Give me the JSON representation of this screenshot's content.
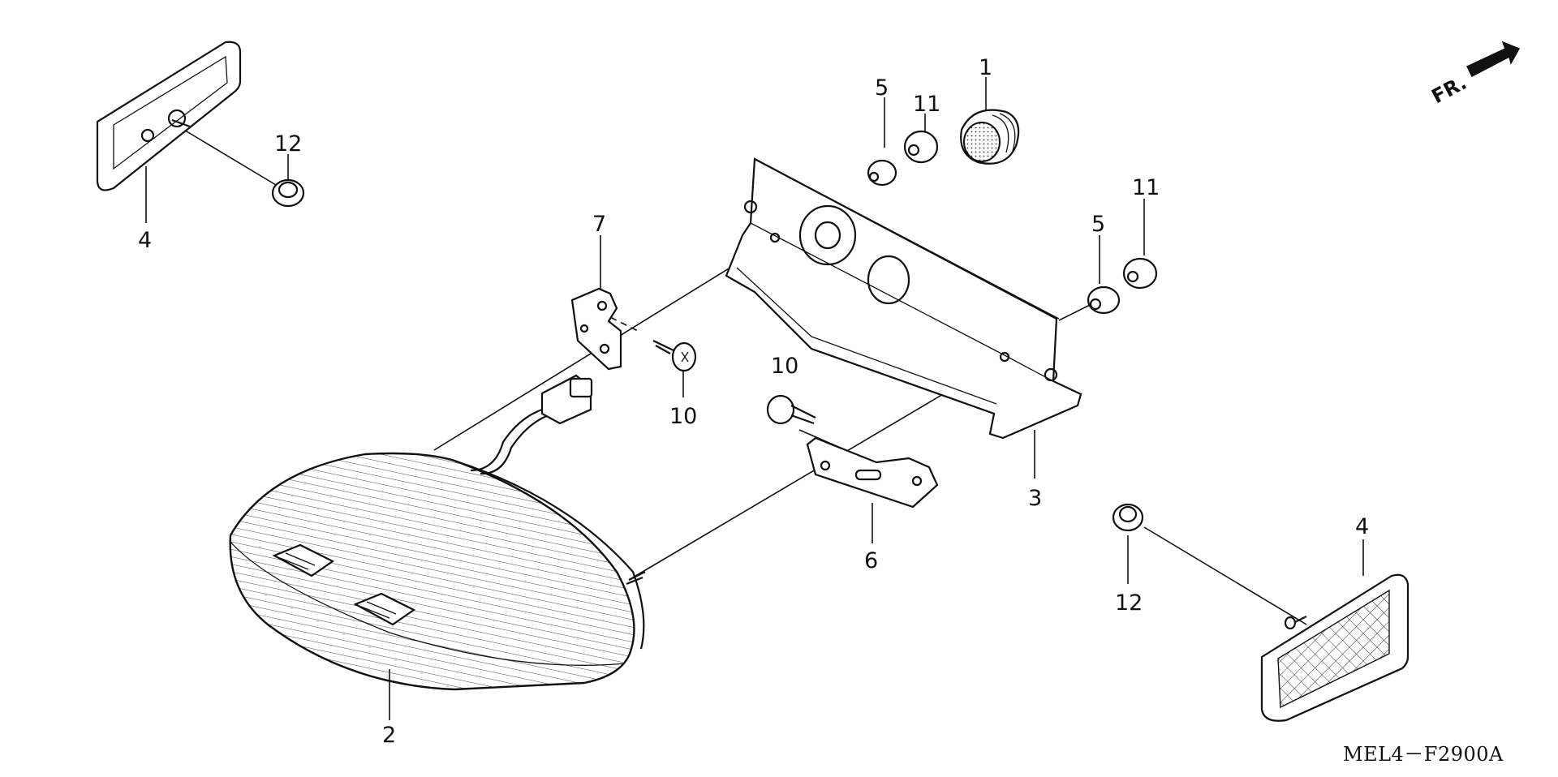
{
  "callouts": {
    "part_1": "1",
    "part_2": "2",
    "part_3": "3",
    "part_4a": "4",
    "part_4b": "4",
    "part_5a": "5",
    "part_5b": "5",
    "part_6": "6",
    "part_7": "7",
    "part_10a": "10",
    "part_10b": "10",
    "part_11a": "11",
    "part_11b": "11",
    "part_12a": "12",
    "part_12b": "12"
  },
  "direction_label": "FR.",
  "diagram_code": "MEL4－F2900A"
}
